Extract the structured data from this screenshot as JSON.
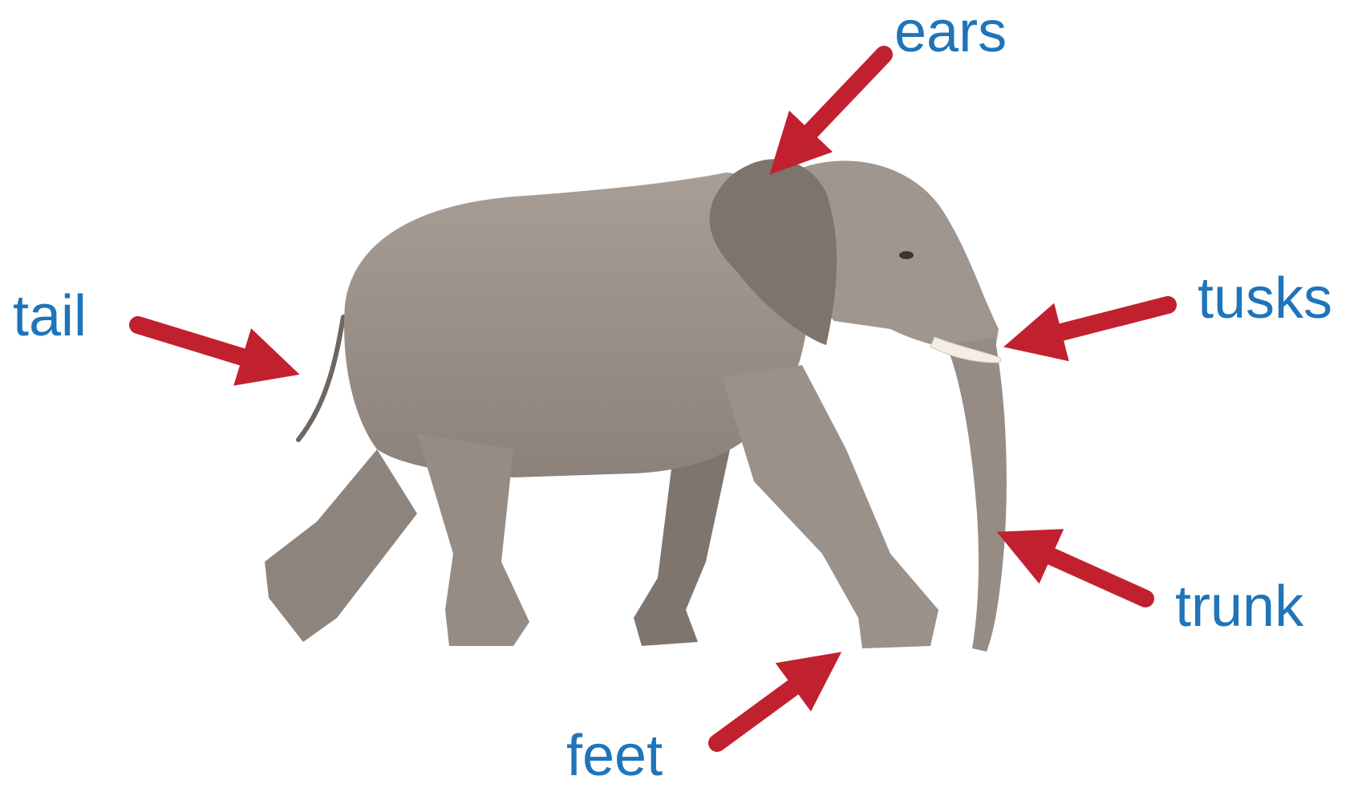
{
  "labels": {
    "ears": "ears",
    "tail": "tail",
    "tusks": "tusks",
    "trunk": "trunk",
    "feet": "feet"
  },
  "colors": {
    "background": "#ffffff",
    "label_text": "#1f74ba",
    "arrow": "#c1212f",
    "elephant_body": "#9b918a",
    "elephant_shadow": "#7e756f",
    "tusk": "#f3efe4"
  },
  "subject": "elephant-photo"
}
